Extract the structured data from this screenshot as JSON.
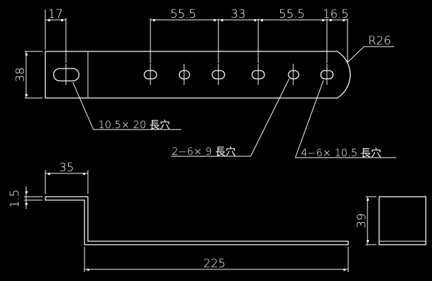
{
  "drawing": {
    "colors": {
      "background": "#000000",
      "lines": "#ffffff"
    },
    "top_view": {
      "dims": {
        "end_to_slot": "17",
        "pitch_1": "55.5",
        "pitch_2": "33",
        "pitch_3": "55.5",
        "end_offset": "16.5",
        "width": "38",
        "radius": "R26"
      },
      "notes": {
        "large_slot": "10.5× 20 長穴",
        "small_slots": "2−6× 9 長穴",
        "medium_slots": "4−6× 10.5 長穴"
      }
    },
    "side_view": {
      "dims": {
        "flange_length": "35",
        "thickness": "1.5",
        "length": "225"
      }
    },
    "end_view": {
      "dims": {
        "height": "39"
      }
    }
  }
}
